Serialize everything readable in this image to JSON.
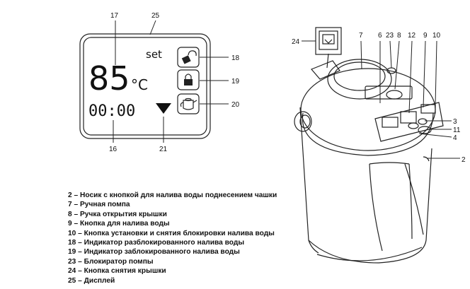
{
  "display": {
    "temperature": "85",
    "unit": "°C",
    "set_label": "set",
    "time": "00:00"
  },
  "callouts": {
    "n17": "17",
    "n25": "25",
    "n18": "18",
    "n19": "19",
    "n20": "20",
    "n16": "16",
    "n21": "21",
    "n24": "24",
    "n7": "7",
    "n6": "6",
    "n23": "23",
    "n8": "8",
    "n12": "12",
    "n9": "9",
    "n10": "10",
    "n3": "3",
    "n11": "11",
    "n4": "4",
    "n2": "2"
  },
  "legend": [
    {
      "num": "2",
      "text": "Носик с кнопкой для налива воды поднесением чашки"
    },
    {
      "num": "7",
      "text": "Ручная помпа"
    },
    {
      "num": "8",
      "text": "Ручка открытия крышки"
    },
    {
      "num": "9",
      "text": "Кнопка для налива воды"
    },
    {
      "num": "10",
      "text": "Кнопка установки и снятия блокировки налива воды"
    },
    {
      "num": "18",
      "text": "Индикатор разблокированного налива воды"
    },
    {
      "num": "19",
      "text": "Индикатор заблокированного налива воды"
    },
    {
      "num": "23",
      "text": "Блокиратор помпы"
    },
    {
      "num": "24",
      "text": "Кнопка снятия крышки"
    },
    {
      "num": "25",
      "text": "Дисплей"
    }
  ]
}
